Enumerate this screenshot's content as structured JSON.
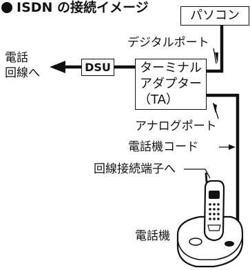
{
  "title": "ISDN の接続イメージ",
  "boxes": {
    "pc": "パソコン",
    "dsu": "DSU",
    "ta_line1": "ターミナル",
    "ta_line2": "アダプター",
    "ta_line3": "（TA）"
  },
  "labels": {
    "phone_line_1": "電話",
    "phone_line_2": "回線へ",
    "digital_port": "デジタルポート",
    "analog_port": "アナログポート",
    "phone_cord": "電話機コード",
    "jack": "回線接続端子へ",
    "phone": "電話機"
  },
  "icons": {
    "title_bullet": "filled-circle",
    "phone": "cordless-phone-illustration"
  }
}
